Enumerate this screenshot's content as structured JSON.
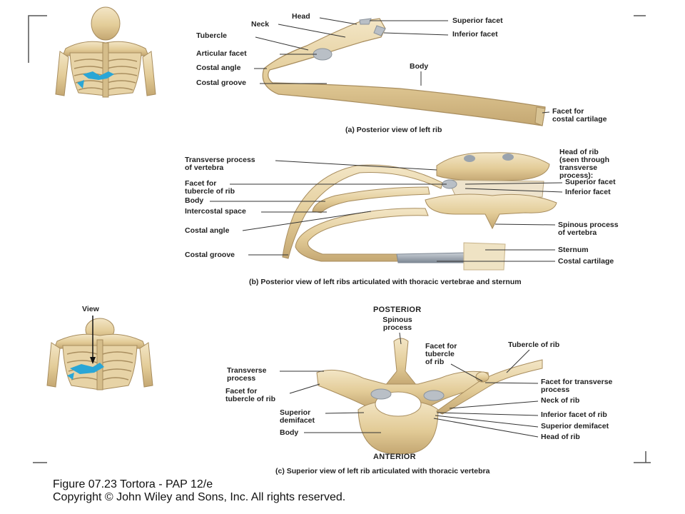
{
  "panel_a": {
    "caption": "(a) Posterior view of left rib",
    "labels": {
      "head": "Head",
      "neck": "Neck",
      "tubercle": "Tubercle",
      "articular_facet": "Articular facet",
      "costal_angle": "Costal angle",
      "costal_groove": "Costal groove",
      "superior_facet": "Superior facet",
      "inferior_facet": "Inferior facet",
      "body": "Body",
      "facet_costal_cartilage": "Facet for\ncostal cartilage"
    }
  },
  "panel_b": {
    "caption": "(b) Posterior view of left ribs articulated with thoracic vertebrae and sternum",
    "labels": {
      "transverse_process": "Transverse process\nof vertebra",
      "facet_tubercle": "Facet for\ntubercle of rib",
      "body": "Body",
      "intercostal_space": "Intercostal space",
      "costal_angle": "Costal angle",
      "costal_groove": "Costal groove",
      "head_of_rib": "Head of rib\n(seen through\ntransverse\nprocess):",
      "superior_facet": "Superior facet",
      "inferior_facet": "Inferior facet",
      "spinous_process": "Spinous process\nof vertebra",
      "sternum": "Sternum",
      "costal_cartilage": "Costal cartilage"
    }
  },
  "panel_c": {
    "caption": "(c) Superior view of left rib articulated with thoracic vertebra",
    "view_label": "View",
    "posterior": "POSTERIOR",
    "anterior": "ANTERIOR",
    "labels": {
      "spinous_process": "Spinous\nprocess",
      "facet_tubercle_top": "Facet for\ntubercle\nof rib",
      "tubercle_of_rib": "Tubercle of rib",
      "transverse_process": "Transverse\nprocess",
      "facet_tubercle_left": "Facet for\ntubercle of rib",
      "superior_demifacet_left": "Superior\ndemifacet",
      "body": "Body",
      "facet_transverse_process": "Facet for transverse\nprocess",
      "neck_of_rib": "Neck of rib",
      "inferior_facet_of_rib": "Inferior facet of rib",
      "superior_demifacet_right": "Superior demifacet",
      "head_of_rib": "Head of rib"
    }
  },
  "footer": {
    "line1": "Figure 07.23  Tortora - PAP 12/e",
    "line2": "Copyright © John Wiley and Sons, Inc. All rights reserved."
  },
  "colors": {
    "bone": "#e7d3a6",
    "bone_dark": "#b99d68",
    "cartilage": "#9aa3ad",
    "facet": "#b9bfc6",
    "highlight": "#2aa6d6"
  }
}
